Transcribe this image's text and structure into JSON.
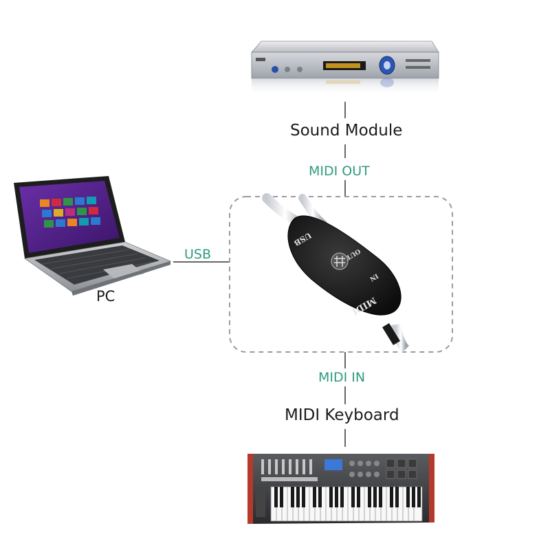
{
  "labels": {
    "sound_module": "Sound Module",
    "midi_out": "MIDI OUT",
    "usb": "USB",
    "pc": "PC",
    "midi_in": "MIDI IN",
    "midi_keyboard": "MIDI Keyboard"
  },
  "adapter": {
    "text_usb": "USB",
    "text_out": "OUT",
    "text_in": "IN",
    "text_midi": "MIDI"
  },
  "colors": {
    "accent_teal": "#2e9a7e",
    "line": "#333333",
    "dashed_border": "#9a9a9a"
  },
  "icons": {
    "sound_module": "dvd-player-sound-module-image",
    "pc": "laptop-image",
    "adapter": "usb-midi-adapter-image",
    "keyboard": "midi-keyboard-image"
  }
}
